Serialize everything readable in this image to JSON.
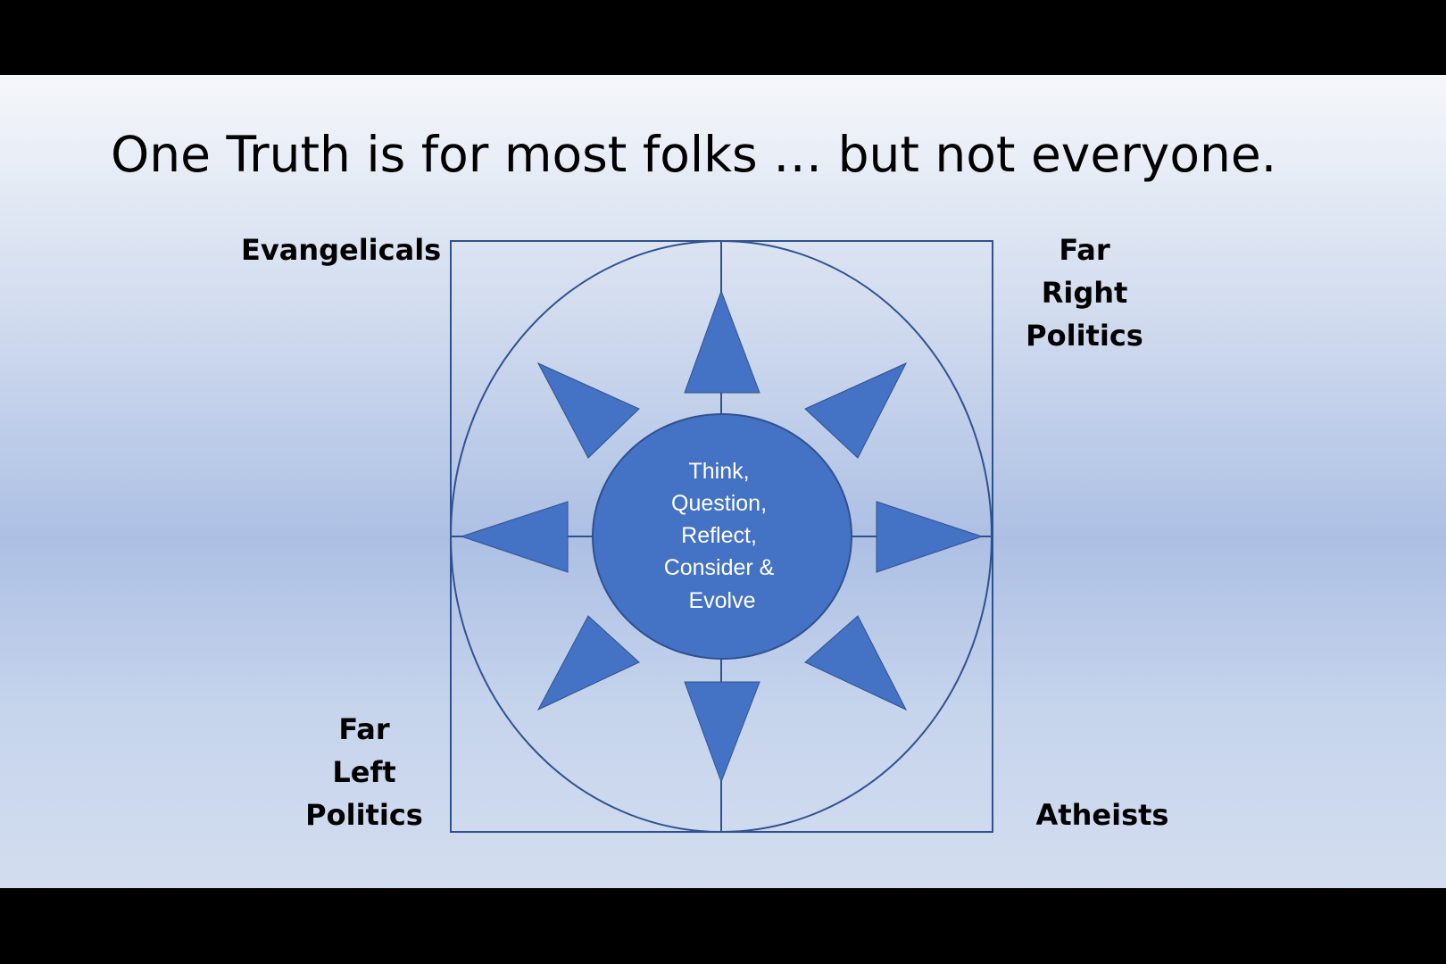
{
  "title": {
    "emphasis": "One Truth",
    "rest": " is for most folks … but not everyone."
  },
  "center_text": [
    "Think,",
    "Question,",
    "Reflect,",
    "Consider &",
    "Evolve"
  ],
  "corners": {
    "top_left": [
      "Evangelicals"
    ],
    "top_right": [
      "Far",
      "Right",
      "Politics"
    ],
    "bottom_left": [
      "Far",
      "Left",
      "Politics"
    ],
    "bottom_right": [
      "Atheists"
    ]
  },
  "colors": {
    "shape_fill": "#4472c4",
    "outline": "#2f528f",
    "center_text": "#ffffff"
  }
}
